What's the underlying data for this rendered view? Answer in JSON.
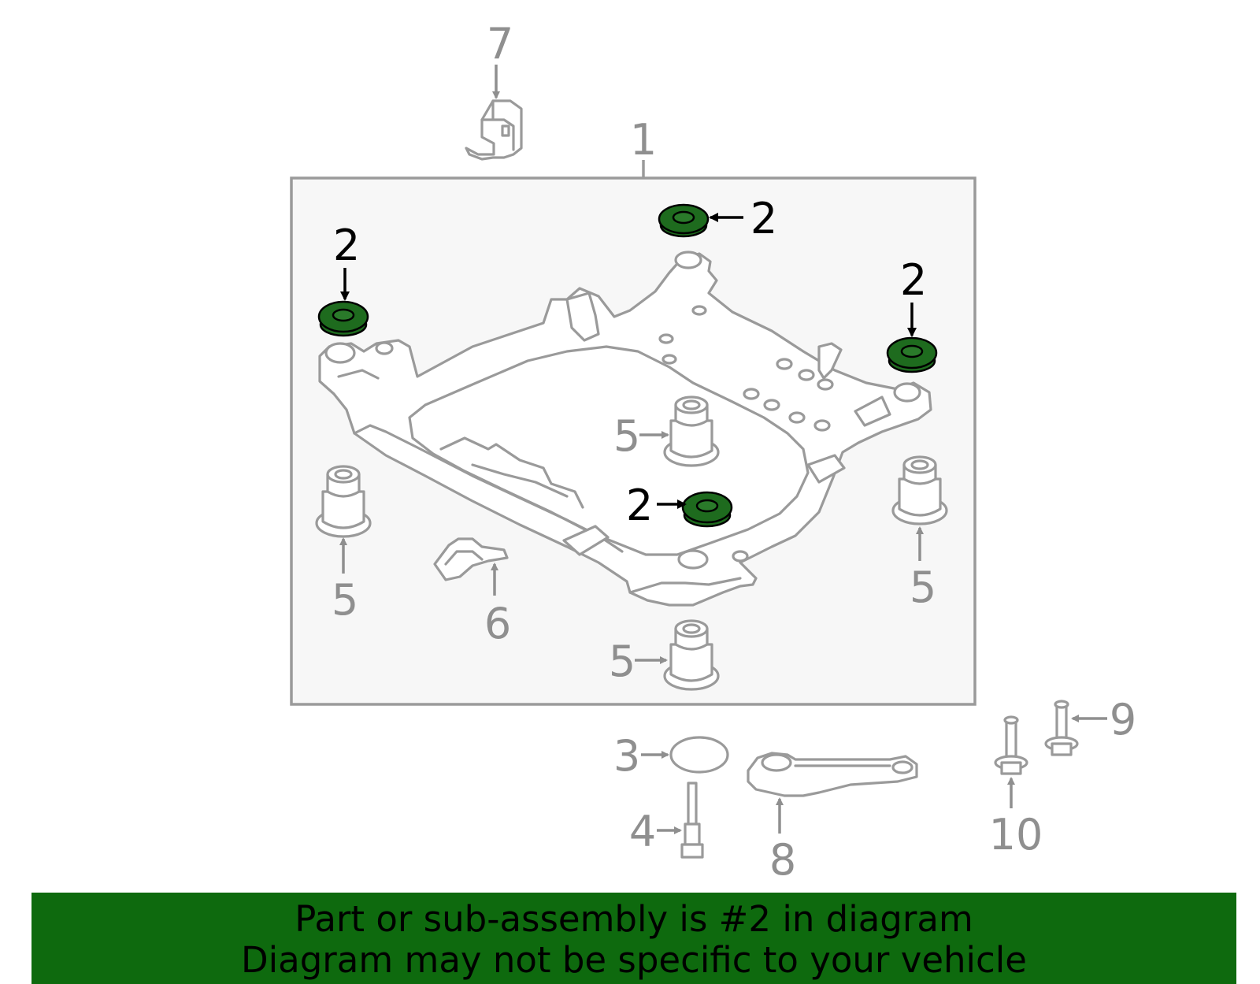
{
  "callouts": {
    "c1": "1",
    "c2a": "2",
    "c2b": "2",
    "c2c": "2",
    "c2d": "2",
    "c3": "3",
    "c4": "4",
    "c5a": "5",
    "c5b": "5",
    "c5c": "5",
    "c5d": "5",
    "c6": "6",
    "c7": "7",
    "c8": "8",
    "c9": "9",
    "c10": "10"
  },
  "banner": {
    "line1": "Part or sub-assembly is #2 in diagram",
    "line2": "Diagram may not be specific to your vehicle"
  },
  "colors": {
    "highlight_part": "#1e6b1e",
    "banner_background": "#0e6a0e",
    "line_art": "#9a9a9a",
    "box_fill": "#f7f7f7"
  }
}
